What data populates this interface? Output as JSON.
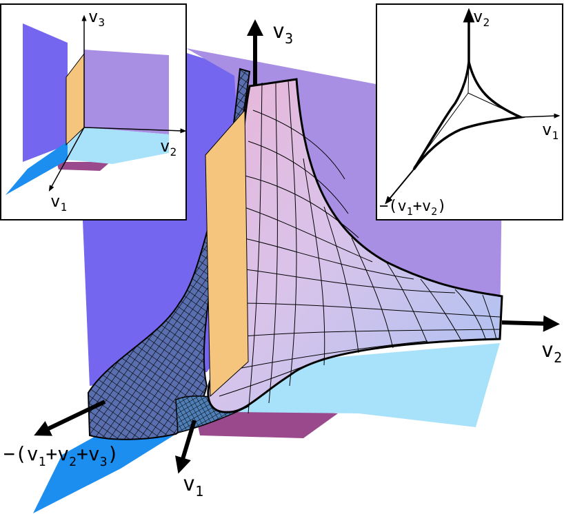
{
  "main": {
    "axis_labels": {
      "v3": {
        "base": "v",
        "sub": "3"
      },
      "v2": {
        "base": "v",
        "sub": "2"
      },
      "v1": {
        "base": "v",
        "sub": "1"
      },
      "neg_sum": {
        "pre": "−(v",
        "s1": "1",
        "mid1": "+v",
        "s2": "2",
        "mid2": "+v",
        "s3": "3",
        "post": ")"
      }
    }
  },
  "inset_left": {
    "axis_labels": {
      "v3": {
        "base": "v",
        "sub": "3"
      },
      "v2": {
        "base": "v",
        "sub": "2"
      },
      "v1": {
        "base": "v",
        "sub": "1"
      }
    }
  },
  "inset_right": {
    "axis_labels": {
      "v2": {
        "base": "v",
        "sub": "2"
      },
      "v1": {
        "base": "v",
        "sub": "1"
      },
      "neg_sum": {
        "pre": "−(v",
        "s1": "1",
        "mid": "+v",
        "s2": "2",
        "post": ")"
      }
    }
  },
  "colors": {
    "plane_blue_violet": "#7466ee",
    "plane_lavender": "#a98fe3",
    "plane_orange": "#f5c57e",
    "plane_light_cyan": "#a8e2fa",
    "plane_bright_blue": "#1c8ef0",
    "plane_magenta": "#9a4a8c",
    "surface_pink": "#e8bfd6",
    "surface_blue": "#b7c4f0",
    "mesh": "#000000"
  }
}
